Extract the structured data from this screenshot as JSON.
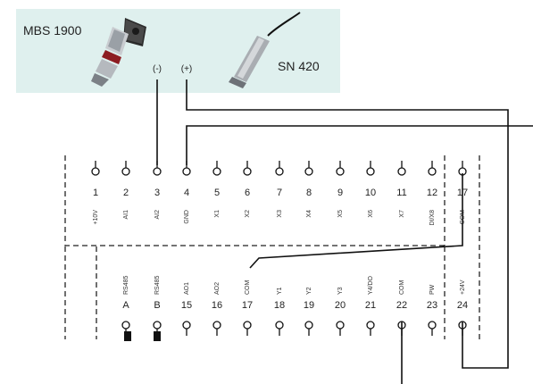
{
  "sensor_panel": {
    "background": "#dff0ee",
    "mbs_label": "MBS 1900",
    "sn_label": "SN 420",
    "minus_label": "(-)",
    "plus_label": "(+)"
  },
  "top_terminals": [
    {
      "number": "1",
      "signal": "+10V"
    },
    {
      "number": "2",
      "signal": "AI1"
    },
    {
      "number": "3",
      "signal": "AI2"
    },
    {
      "number": "4",
      "signal": "GND"
    },
    {
      "number": "5",
      "signal": "X1"
    },
    {
      "number": "6",
      "signal": "X2"
    },
    {
      "number": "7",
      "signal": "X3"
    },
    {
      "number": "8",
      "signal": "X4"
    },
    {
      "number": "9",
      "signal": "X5"
    },
    {
      "number": "10",
      "signal": "X6"
    },
    {
      "number": "11",
      "signal": "X7"
    },
    {
      "number": "12",
      "signal": "DI/X8"
    },
    {
      "number": "17",
      "signal": "COM"
    }
  ],
  "bottom_terminals": [
    {
      "number": "A",
      "signal": "RS485"
    },
    {
      "number": "B",
      "signal": "RS485"
    },
    {
      "number": "15",
      "signal": "AO1"
    },
    {
      "number": "16",
      "signal": "AO2"
    },
    {
      "number": "17",
      "signal": "COM"
    },
    {
      "number": "18",
      "signal": "Y1"
    },
    {
      "number": "19",
      "signal": "Y2"
    },
    {
      "number": "20",
      "signal": "Y3"
    },
    {
      "number": "21",
      "signal": "Y4/DO"
    },
    {
      "number": "22",
      "signal": "COM"
    },
    {
      "number": "23",
      "signal": "PW"
    },
    {
      "number": "24",
      "signal": "+24V"
    }
  ],
  "colors": {
    "line": "#111111",
    "text": "#222222",
    "sensor_panel": "#dff0ee"
  }
}
